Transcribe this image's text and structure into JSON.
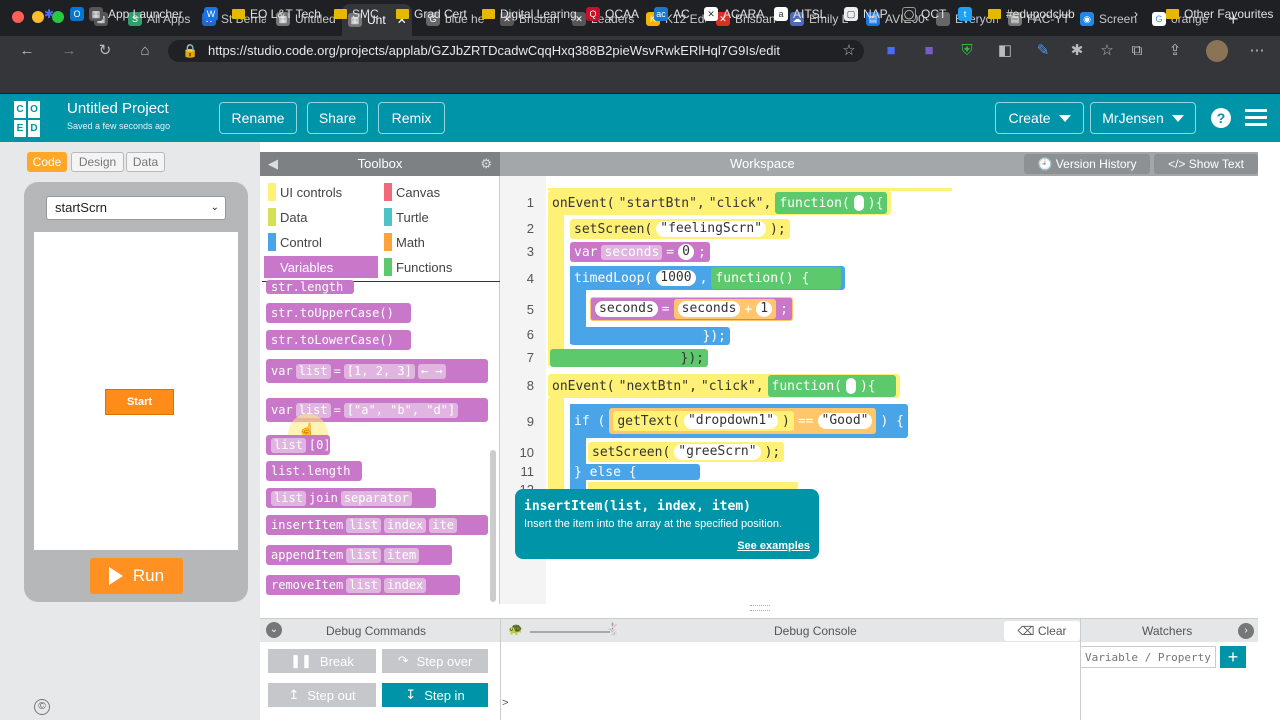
{
  "browser": {
    "tabs": [
      "All Apps",
      "St Berna",
      "Untitled",
      "Unt",
      "blue he",
      "Brisban",
      "Leaders",
      "K12 Edu",
      "Brisban",
      "Emily L",
      "AVIE00",
      "Everyon",
      "FAC-YT",
      "Screen",
      "orange"
    ],
    "url": "https://studio.code.org/projects/applab/GZJbZRTDcadwCqqHxq388B2pieWsvRwkERlHql7G9Is/edit",
    "bookmarks": [
      "App Launcher",
      "EO L&T Tech",
      "SMC",
      "Grad Cert",
      "Digital Learing",
      "QCAA",
      "AC",
      "ACARA",
      "AITSL",
      "NAP",
      "QCT",
      "#edupodclub"
    ],
    "other_favourites": "Other Favourites"
  },
  "app": {
    "logo": [
      "C",
      "O",
      "D",
      "E"
    ],
    "project_title": "Untitled Project",
    "saved_status": "Saved a few seconds ago",
    "rename": "Rename",
    "share": "Share",
    "remix": "Remix",
    "create": "Create",
    "user": "MrJensen",
    "help": "?"
  },
  "left": {
    "modes": [
      "Code",
      "Design",
      "Data"
    ],
    "screen_select": "startScrn",
    "start_button": "Start",
    "run": "Run"
  },
  "toolbox": {
    "title": "Toolbox",
    "categories": [
      {
        "label": "UI controls",
        "color": "#fff176"
      },
      {
        "label": "Canvas",
        "color": "#f3697a"
      },
      {
        "label": "Data",
        "color": "#d4e157"
      },
      {
        "label": "Turtle",
        "color": "#4dc3c6"
      },
      {
        "label": "Control",
        "color": "#4aa4e8"
      },
      {
        "label": "Math",
        "color": "#ffa23d"
      },
      {
        "label": "Variables",
        "color": "#c978c9"
      },
      {
        "label": "Functions",
        "color": "#5cc96c"
      }
    ],
    "blocks": {
      "str_length": "str.length",
      "upper": "str.toUpperCase()",
      "lower": "str.toLowerCase()",
      "var_list_num": [
        "var",
        "list",
        "=",
        "[1, 2, 3]",
        "← →"
      ],
      "var_list_str": [
        "var",
        "list",
        "=",
        "[\"a\", \"b\", \"d\"]"
      ],
      "list_index": [
        "list",
        "[0]"
      ],
      "list_length": "list.length",
      "list_join": [
        "list",
        "join",
        "separator"
      ],
      "insert": [
        "insertItem",
        "list",
        "index",
        "ite"
      ],
      "append": [
        "appendItem",
        "list",
        "item"
      ],
      "remove": [
        "removeItem",
        "list",
        "index"
      ]
    }
  },
  "workspace": {
    "title": "Workspace",
    "version_history": "Version History",
    "show_text": "Show Text",
    "line_numbers": [
      "1",
      "2",
      "3",
      "4",
      "5",
      "6",
      "7",
      "8",
      "9",
      "10",
      "11",
      "12"
    ],
    "code": {
      "l1": [
        "onEvent(",
        "\"startBtn\",",
        "\"click\",",
        "function(",
        "){"
      ],
      "l2": [
        "setScreen(",
        "\"feelingScrn\"",
        ");"
      ],
      "l3": [
        "var",
        "seconds",
        "=",
        "0",
        ";"
      ],
      "l4": [
        "timedLoop(",
        "1000",
        ",",
        "function() {"
      ],
      "l5": [
        "seconds",
        "=",
        "seconds",
        "+",
        "1",
        ";"
      ],
      "l6": "});",
      "l7": "});",
      "l8": [
        "onEvent(",
        "\"nextBtn\",",
        "\"click\",",
        "function(",
        "){"
      ],
      "l9": [
        "if (",
        "getText(",
        "\"dropdown1\"",
        ")",
        "==",
        "\"Good\"",
        ") {"
      ],
      "l10": [
        "setScreen(",
        "\"greeScrn\"",
        ");"
      ],
      "l11": "} else {"
    },
    "tooltip": {
      "signature": "insertItem(list, index, item)",
      "description": "Insert the item into the array at the specified position.",
      "link": "See examples"
    }
  },
  "debug": {
    "commands": "Debug Commands",
    "console": "Debug Console",
    "clear": "Clear",
    "watchers": "Watchers",
    "break": "Break",
    "step_over": "Step over",
    "step_out": "Step out",
    "step_in": "Step in",
    "watch_placeholder": "Variable / Property",
    "prompt": ">"
  }
}
